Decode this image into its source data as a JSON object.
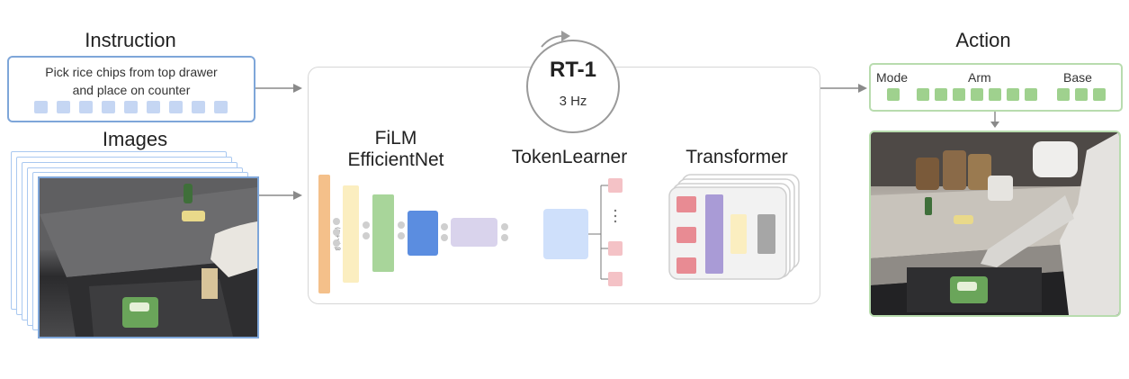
{
  "instruction": {
    "header": "Instruction",
    "line1": "Pick rice chips from top drawer",
    "line2": "and place on counter"
  },
  "images": {
    "header": "Images"
  },
  "model": {
    "name": "RT-1",
    "rate": "3 Hz",
    "film_line1": "FiLM",
    "film_line2": "EfficientNet",
    "tokenlearner": "TokenLearner",
    "transformer": "Transformer"
  },
  "action": {
    "header": "Action",
    "mode": "Mode",
    "arm": "Arm",
    "base": "Base"
  },
  "colors": {
    "instruction_border": "#7ea6d9",
    "instruction_token": "#c5d6f3",
    "action_border": "#b8dcae",
    "action_token": "#9fd18e",
    "orange": "#f4c08a",
    "yellow": "#fbeec0",
    "green": "#a8d59a",
    "blue": "#5b8de0",
    "lavender": "#d9d3ec",
    "light_blue": "#cfe0fb",
    "pink": "#f4c2c6",
    "red": "#e88b93",
    "purple": "#a99bd6",
    "gray": "#a6a6a6"
  },
  "icons": [
    "cycle-arrow-icon",
    "right-arrow-icon",
    "down-arrow-icon"
  ]
}
